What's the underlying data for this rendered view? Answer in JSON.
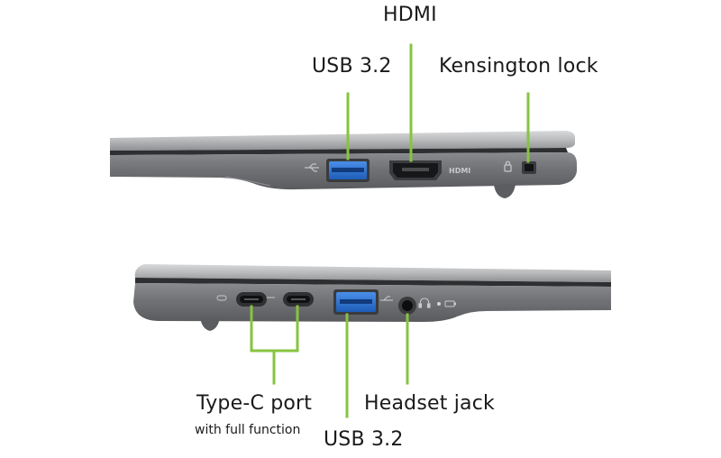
{
  "labels": {
    "hdmi": "HDMI",
    "usb_top": "USB 3.2",
    "kensington": "Kensington lock",
    "typec": "Type-C port",
    "typec_sub": "with full function",
    "headset": "Headset jack",
    "usb_bottom": "USB 3.2"
  },
  "engravings": {
    "hdmi": "HDMI"
  },
  "colors": {
    "callout": "#86c440",
    "usb_blue": "#2a6fcf",
    "chassis": "#6f7073",
    "lid": "#b9babc"
  }
}
